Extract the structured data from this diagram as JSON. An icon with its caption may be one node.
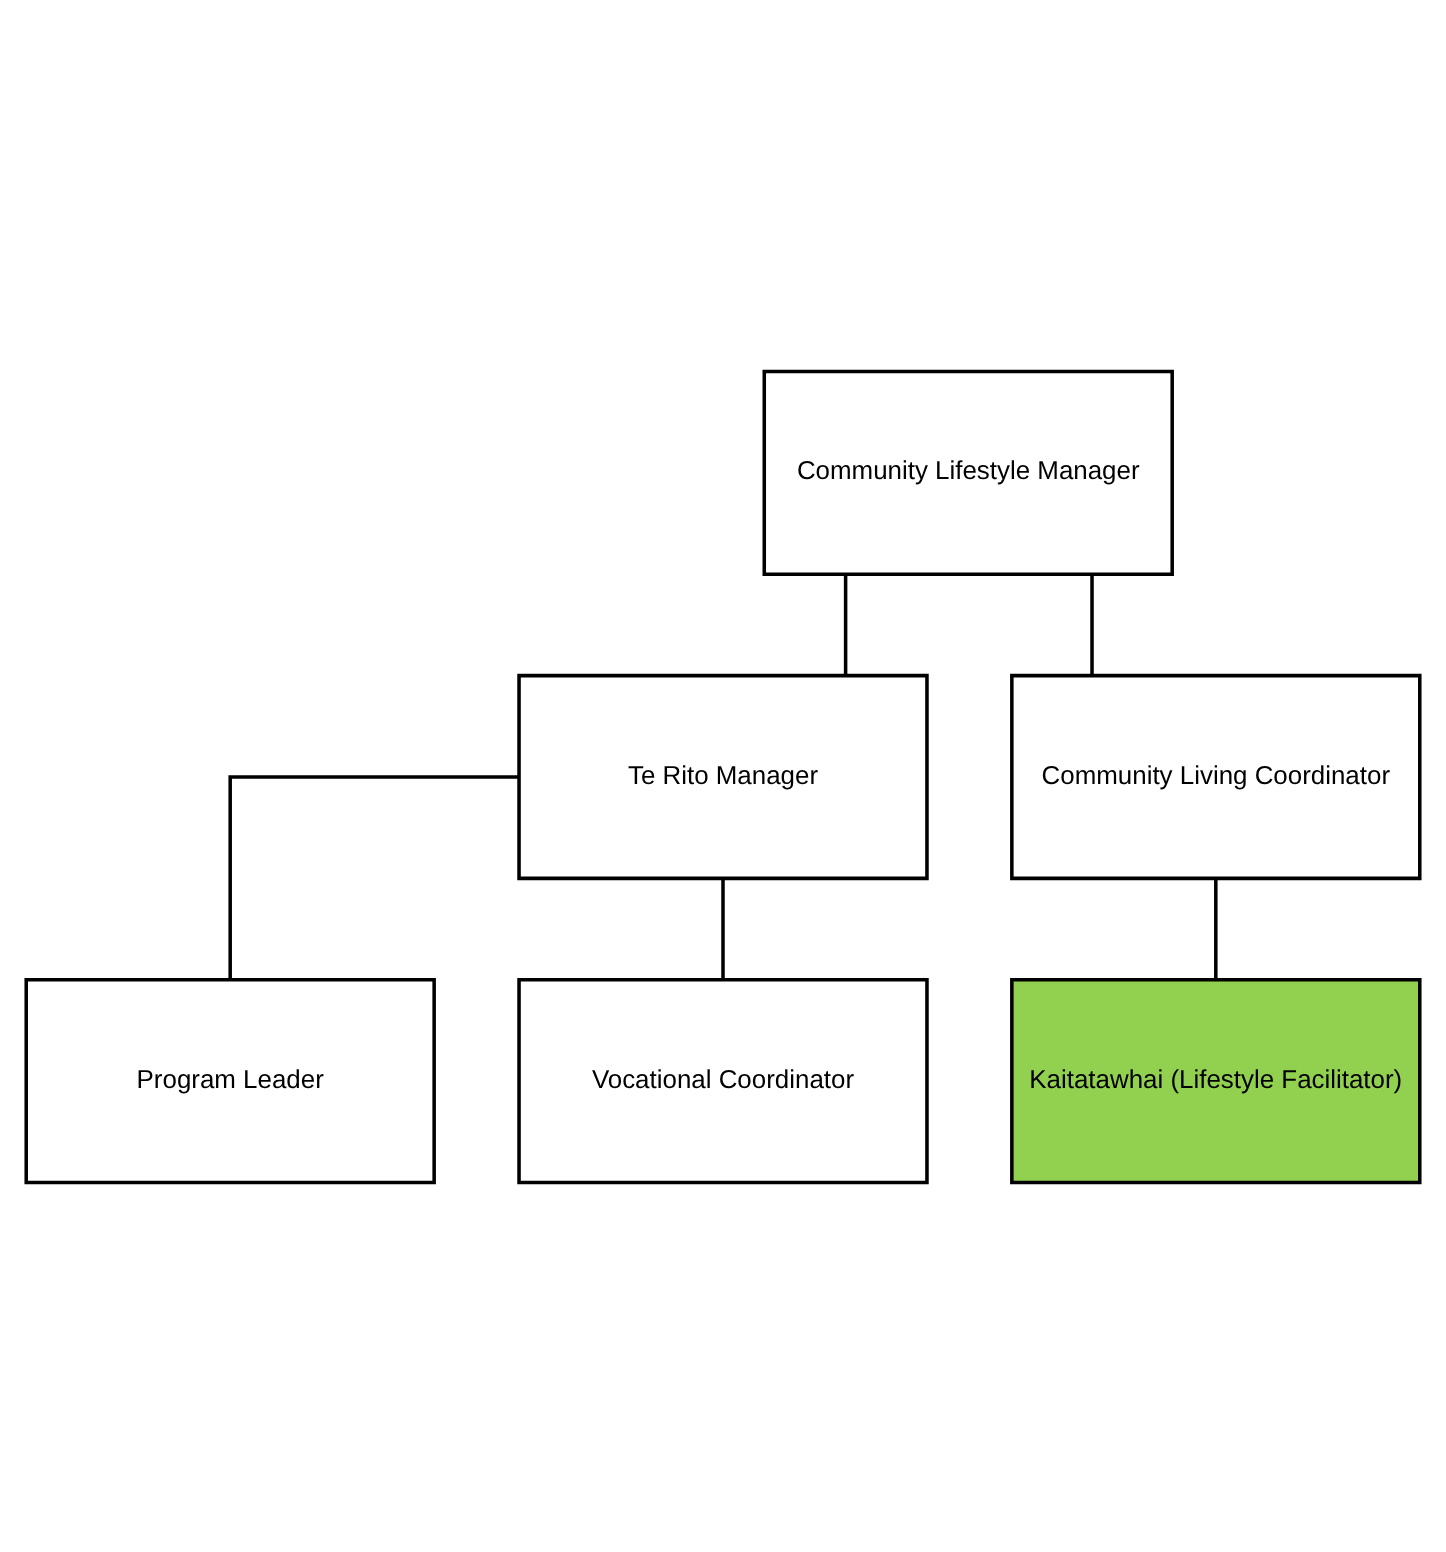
{
  "diagram": {
    "nodes": [
      {
        "text": [
          "Community Lifestyle Manager"
        ]
      },
      {
        "text": [
          "Te Rito Manager"
        ]
      },
      {
        "text": [
          "Community Living Coordinator"
        ]
      },
      {
        "text": [
          "Program Leader"
        ]
      },
      {
        "text": [
          "Kaitatawhai (Lifestyle Facilitator)"
        ]
      },
      {
        "text": [
          "Vocational Coordinator"
        ]
      }
    ],
    "edges": [
      {
        "from": 0,
        "to": 1,
        "arrow": "none"
      },
      {
        "from": 0,
        "to": 2,
        "arrow": "none"
      },
      {
        "from": 1,
        "to": 3,
        "arrow": "none"
      },
      {
        "from": 1,
        "to": 5,
        "arrow": "none"
      },
      {
        "from": 2,
        "to": 4,
        "arrow": "none"
      }
    ]
  }
}
